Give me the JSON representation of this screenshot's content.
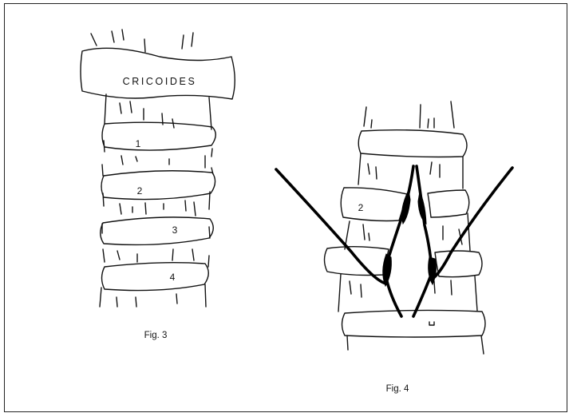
{
  "figures": [
    {
      "caption": "Fig. 3",
      "cricoid_label": "CRICOIDES",
      "ring_labels": [
        "1",
        "2",
        "3",
        "4"
      ]
    },
    {
      "caption": "Fig. 4",
      "ring_labels": [
        "2"
      ]
    }
  ]
}
